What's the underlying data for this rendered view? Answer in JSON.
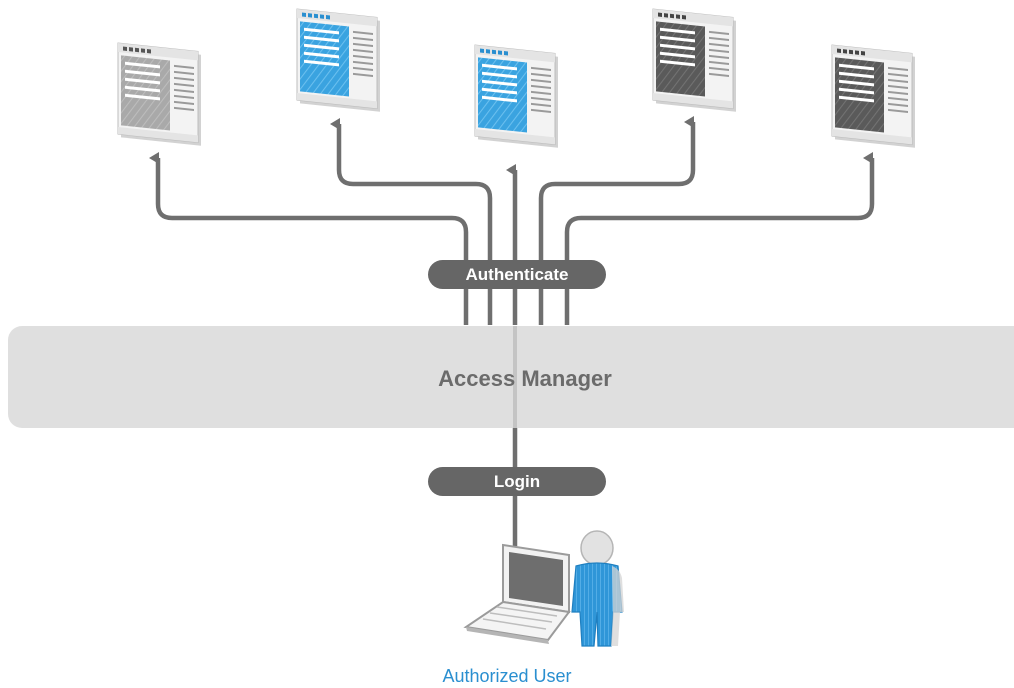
{
  "bar": {
    "label": "Access Manager"
  },
  "pills": {
    "authenticate": "Authenticate",
    "login": "Login"
  },
  "user": {
    "label": "Authorized User"
  },
  "colors": {
    "connector": "#6f6f6f",
    "bar": "#dcdcdc",
    "pill": "#666666",
    "accent_blue": "#2a8fd0"
  },
  "applications": [
    {
      "name": "app-window-1",
      "theme": "gray"
    },
    {
      "name": "app-window-2",
      "theme": "blue"
    },
    {
      "name": "app-window-3",
      "theme": "blue"
    },
    {
      "name": "app-window-4",
      "theme": "dark"
    },
    {
      "name": "app-window-5",
      "theme": "dark"
    }
  ]
}
